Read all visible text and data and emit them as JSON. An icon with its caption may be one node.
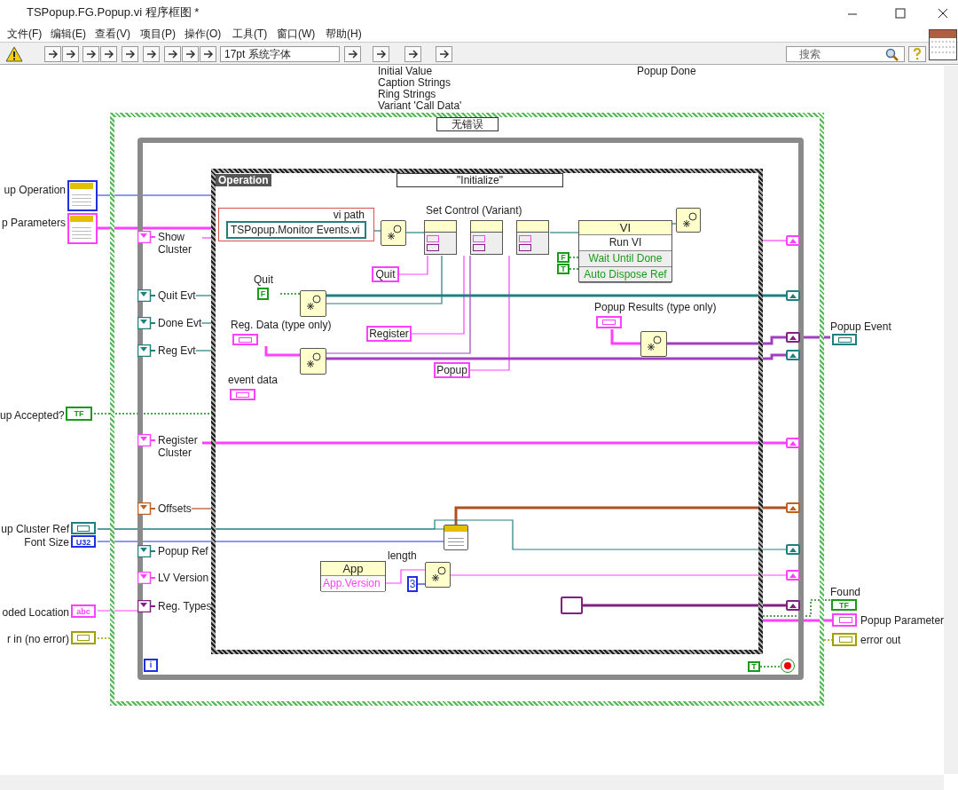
{
  "diagram": {
    "title": "TSPopup.FG.Popup.vi 程序框图 *",
    "nodes": [
      {
        "text": [
          "无错误"
        ]
      },
      {
        "text": [],
        "shape": "box",
        "in": 0
      },
      {
        "text": [
          "Operation",
          "\"Initialize\""
        ],
        "in": 1
      },
      {
        "text": [
          "up Operation"
        ]
      },
      {
        "text": [
          "p Parameters"
        ]
      },
      {
        "text": [
          "up Accepted?",
          "TF"
        ]
      },
      {
        "text": [
          "up Cluster Ref"
        ]
      },
      {
        "text": [
          "Font Size",
          "U32"
        ]
      },
      {
        "text": [
          "oded Location",
          "abc"
        ]
      },
      {
        "text": [
          "r in (no error)"
        ]
      },
      {
        "text": [
          "Show Cluster"
        ],
        "in": 1
      },
      {
        "text": [
          "Quit Evt"
        ],
        "in": 1
      },
      {
        "text": [
          "Done Evt"
        ],
        "in": 1
      },
      {
        "text": [
          "Reg Evt"
        ],
        "in": 1
      },
      {
        "text": [
          "Register Cluster"
        ],
        "in": 1
      },
      {
        "text": [
          "Offsets"
        ],
        "in": 1
      },
      {
        "text": [
          "Popup Ref"
        ],
        "in": 1
      },
      {
        "text": [
          "LV Version"
        ],
        "in": 1
      },
      {
        "text": [
          "Reg. Types"
        ],
        "in": 1
      },
      {
        "text": [
          "vi path",
          "TSPopup.Monitor Events.vi"
        ],
        "in": 2
      },
      {
        "text": [],
        "shape": "box",
        "in": 2
      },
      {
        "text": [
          "Set Control (Variant)"
        ],
        "in": 2
      },
      {
        "text": [
          "Quit"
        ],
        "in": 2
      },
      {
        "text": [
          "Register"
        ],
        "in": 2
      },
      {
        "text": [
          "Popup"
        ],
        "in": 2
      },
      {
        "text": [
          "VI",
          "Run VI",
          "Wait Until Done",
          "Auto Dispose Ref"
        ],
        "in": 2
      },
      {
        "text": [],
        "shape": "box",
        "in": 2
      },
      {
        "text": [
          "F"
        ],
        "in": 2
      },
      {
        "text": [
          "T"
        ],
        "in": 2
      },
      {
        "text": [
          "Quit",
          "F"
        ],
        "in": 2
      },
      {
        "text": [],
        "shape": "box",
        "in": 2
      },
      {
        "text": [
          "Reg. Data (type only)"
        ],
        "in": 2
      },
      {
        "text": [],
        "shape": "box",
        "in": 2
      },
      {
        "text": [
          "event data"
        ],
        "in": 2
      },
      {
        "text": [
          "Popup Results (type only)"
        ],
        "in": 2
      },
      {
        "text": [],
        "shape": "box",
        "in": 2
      },
      {
        "text": [],
        "shape": "box",
        "in": 2
      },
      {
        "text": [
          "App",
          "App.Version"
        ],
        "in": 2
      },
      {
        "text": [
          "3"
        ],
        "in": 2
      },
      {
        "text": [],
        "shape": "box",
        "in": 2
      },
      {
        "text": [],
        "shape": "box",
        "in": 2
      },
      {
        "text": [
          "i"
        ],
        "in": 1
      },
      {
        "text": [
          "T"
        ],
        "in": 1
      },
      {
        "text": [],
        "shape": "circle",
        "in": 1
      },
      {
        "text": [],
        "shape": "box",
        "in": 1
      },
      {
        "text": [],
        "shape": "box",
        "in": 1
      },
      {
        "text": [],
        "shape": "box",
        "in": 1
      },
      {
        "text": [],
        "shape": "box",
        "in": 1
      },
      {
        "text": [],
        "shape": "box",
        "in": 1
      },
      {
        "text": [],
        "shape": "box",
        "in": 1
      },
      {
        "text": [],
        "shape": "box",
        "in": 1
      },
      {
        "text": [],
        "shape": "box",
        "in": 1
      },
      {
        "text": [],
        "shape": "box",
        "in": 1
      },
      {
        "text": [
          "Popup Event"
        ]
      },
      {
        "text": [
          "Found",
          "TF"
        ]
      },
      {
        "text": [
          "Popup Parameter"
        ]
      },
      {
        "text": [
          "error out"
        ]
      }
    ],
    "edges": [
      {
        "from": 3,
        "to": 2,
        "arrow": "none",
        "color": "#2030e0"
      },
      {
        "from": 4,
        "to": 2,
        "arrow": "none",
        "color": "#ff40ff",
        "style": "thick"
      },
      {
        "from": 5,
        "to": 2,
        "arrow": "none",
        "color": "#1a8a1a",
        "style": "dashed"
      },
      {
        "from": 6,
        "to": 36,
        "arrow": "none",
        "color": "#208080"
      },
      {
        "from": 7,
        "to": 36,
        "arrow": "none",
        "color": "#2030e0"
      },
      {
        "from": 8,
        "to": 18,
        "arrow": "none",
        "color": "#ff40ff"
      },
      {
        "from": 9,
        "to": 0,
        "arrow": "none",
        "color": "#a0a000",
        "style": "dashed"
      },
      {
        "from": 14,
        "to": 48,
        "arrow": "none",
        "color": "#ff40ff",
        "style": "thick"
      },
      {
        "from": 19,
        "to": 20,
        "arrow": "none",
        "color": "#208080"
      },
      {
        "from": 20,
        "to": 21,
        "arrow": "none",
        "color": "#208080"
      },
      {
        "from": 21,
        "to": 25,
        "arrow": "none",
        "color": "#208080"
      },
      {
        "from": 25,
        "to": 26,
        "arrow": "none",
        "color": "#208080"
      },
      {
        "from": 22,
        "to": 21,
        "arrow": "none",
        "color": "#ff40ff"
      },
      {
        "from": 23,
        "to": 21,
        "arrow": "none",
        "color": "#ff40ff"
      },
      {
        "from": 24,
        "to": 21,
        "arrow": "none",
        "color": "#ff40ff"
      },
      {
        "from": 27,
        "to": 25,
        "arrow": "none",
        "color": "#1a8a1a",
        "style": "dashed"
      },
      {
        "from": 28,
        "to": 25,
        "arrow": "none",
        "color": "#1a8a1a",
        "style": "dashed"
      },
      {
        "from": 29,
        "to": 30,
        "arrow": "none",
        "color": "#1a8a1a",
        "style": "dashed"
      },
      {
        "from": 30,
        "to": 45,
        "arrow": "none",
        "color": "#208080",
        "style": "thick"
      },
      {
        "from": 30,
        "to": 21,
        "arrow": "none",
        "color": "#208080"
      },
      {
        "from": 31,
        "to": 32,
        "arrow": "none",
        "color": "#ff40ff",
        "style": "thick"
      },
      {
        "from": 32,
        "to": 47,
        "arrow": "none",
        "color": "#a040c0",
        "style": "thick"
      },
      {
        "from": 32,
        "to": 21,
        "arrow": "none",
        "color": "#a040c0"
      },
      {
        "from": 34,
        "to": 35,
        "arrow": "none",
        "color": "#ff40ff",
        "style": "thick"
      },
      {
        "from": 35,
        "to": 46,
        "arrow": "none",
        "color": "#a040c0",
        "style": "thick"
      },
      {
        "from": 46,
        "to": 53,
        "arrow": "none",
        "color": "#a040c0",
        "style": "thick"
      },
      {
        "from": 36,
        "to": 49,
        "arrow": "none",
        "color": "#b05020",
        "style": "thick"
      },
      {
        "from": 6,
        "to": 50,
        "arrow": "none",
        "color": "#208080"
      },
      {
        "from": 37,
        "to": 39,
        "arrow": "none",
        "color": "#ff40ff"
      },
      {
        "from": 38,
        "to": 39,
        "arrow": "none",
        "color": "#2030e0"
      },
      {
        "from": 39,
        "to": 51,
        "arrow": "none",
        "color": "#ff40ff"
      },
      {
        "from": 40,
        "to": 52,
        "arrow": "none",
        "color": "#802080",
        "style": "thick"
      },
      {
        "from": 42,
        "to": 43,
        "arrow": "none",
        "color": "#1a8a1a",
        "style": "dashed"
      },
      {
        "from": 2,
        "to": 54,
        "arrow": "none",
        "color": "#1a8a1a",
        "style": "dashed"
      },
      {
        "from": 2,
        "to": 55,
        "arrow": "none",
        "color": "#ff40ff",
        "style": "thick"
      },
      {
        "from": 0,
        "to": 56,
        "arrow": "none",
        "color": "#a0a000",
        "style": "dashed"
      },
      {
        "from": 10,
        "to": 2,
        "arrow": "none",
        "color": "#ff40ff"
      },
      {
        "from": 11,
        "to": 2,
        "arrow": "none",
        "color": "#208080"
      },
      {
        "from": 12,
        "to": 2,
        "arrow": "none",
        "color": "#208080"
      },
      {
        "from": 13,
        "to": 2,
        "arrow": "none",
        "color": "#208080"
      },
      {
        "from": 15,
        "to": 2,
        "arrow": "none",
        "color": "#b05020"
      },
      {
        "from": 2,
        "to": 44,
        "arrow": "none",
        "color": "#ff40ff"
      }
    ],
    "labels": [
      "文件(F)",
      "编辑(E)",
      "查看(V)",
      "项目(P)",
      "操作(O)",
      "工具(T)",
      "窗口(W)",
      "帮助(H)",
      "17pt 系统字体",
      "搜索",
      "Initial Value",
      "Caption Strings",
      "Ring Strings",
      "Variant 'Call Data'",
      "Popup Done",
      "length"
    ]
  }
}
